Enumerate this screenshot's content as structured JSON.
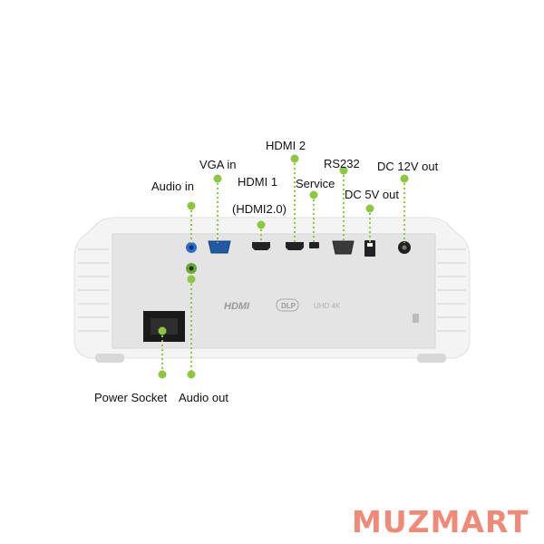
{
  "labels": {
    "audio_in": "Audio in",
    "vga_in": "VGA in",
    "hdmi1": "HDMI 1",
    "hdmi1_sub": "(HDMI2.0)",
    "hdmi2": "HDMI 2",
    "service": "Service",
    "rs232": "RS232",
    "dc5v": "DC 5V out",
    "dc12v": "DC 12V out",
    "power": "Power Socket",
    "audio_out": "Audio out"
  },
  "panel_text": {
    "hdmi_logo": "HDMI",
    "dlp_logo": "DLP",
    "uhd_logo": "UHD 4K"
  },
  "watermark": "MUZMART",
  "colors": {
    "accent_green": "#8dc63f",
    "watermark": "#f08a78",
    "body_white": "#f4f4f4",
    "panel_gray": "#e4e4e4",
    "port_dark": "#222222",
    "vga_blue": "#1f5aa6"
  }
}
